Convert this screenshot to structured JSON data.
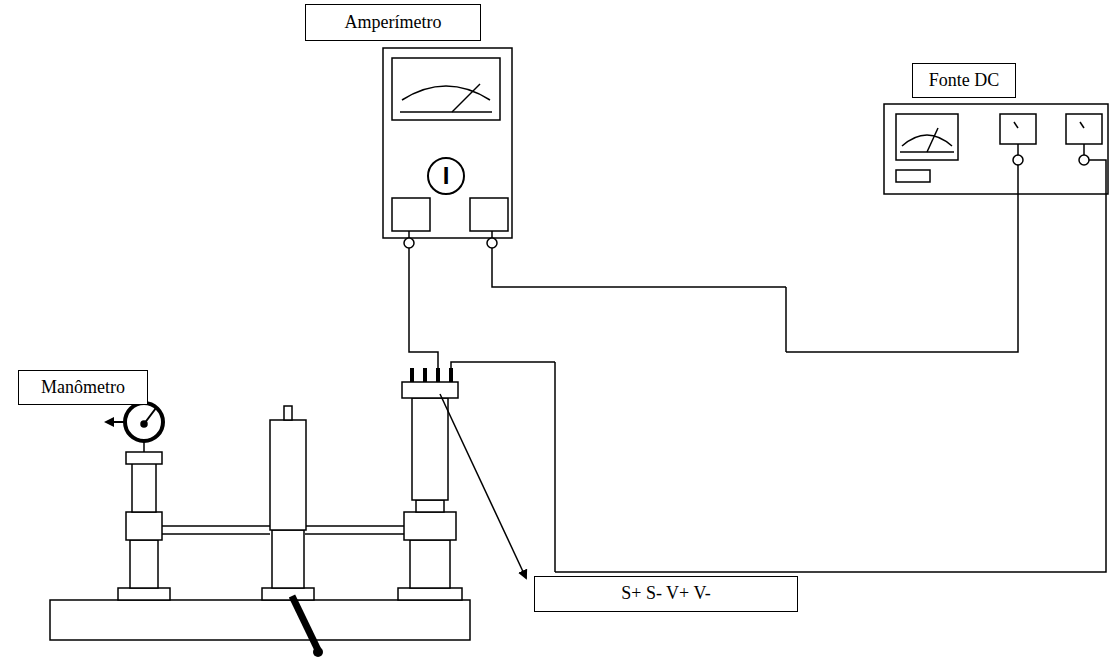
{
  "diagram": {
    "nodes": [
      {
        "text": [
          "Amperímetro"
        ]
      },
      {
        "text": [
          "I"
        ]
      },
      {
        "text": [
          "Fonte DC"
        ]
      },
      {
        "text": [
          "Manômetro"
        ]
      },
      {
        "text": [
          "S+ S- V+ V-"
        ]
      }
    ]
  }
}
